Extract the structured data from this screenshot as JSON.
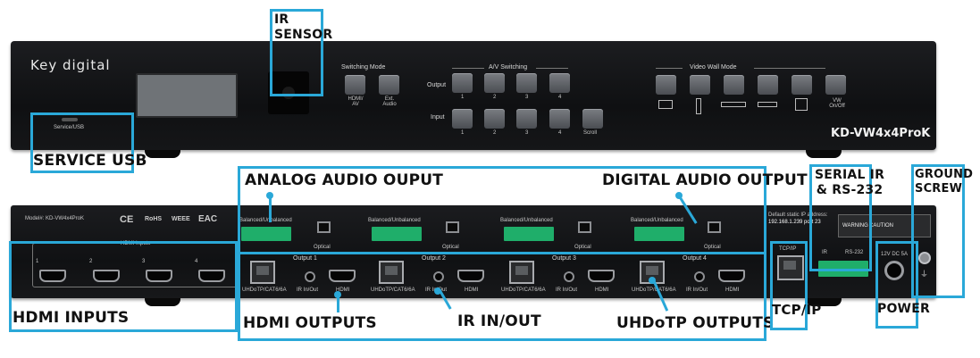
{
  "front": {
    "brand": "Key digital",
    "model": "KD-VW4x4ProK",
    "switching_mode_title": "Switching Mode",
    "switching_buttons": [
      "HDMI/\nAV",
      "Ext.\nAudio"
    ],
    "av_switching_title": "A/V Switching",
    "output_label": "Output",
    "input_label": "Input",
    "output_numbers": [
      "1",
      "2",
      "3",
      "4"
    ],
    "input_numbers": [
      "1",
      "2",
      "3",
      "4"
    ],
    "scroll_label": "Scroll",
    "video_wall_title": "Video Wall Mode",
    "vw_button_label": "VW\nOn/Off",
    "service_usb_port_label": "Service/USB"
  },
  "rear": {
    "model_label": "Model#: KD-VW4x4ProK",
    "hdmi_inputs_title": "HDMI Inputs",
    "hdmi_input_numbers": [
      "1",
      "2",
      "3",
      "4"
    ],
    "balanced_label": "Balanced/Unbalanced",
    "optical_label": "Optical",
    "output_labels": [
      "Output 1",
      "Output 2",
      "Output 3",
      "Output 4"
    ],
    "uhdotp_port_label": "UHDoTP/CAT6/6A",
    "ir_port_label": "IR In/Out",
    "hdmi_port_label": "HDMI",
    "tcpip_port_label": "TCP/IP",
    "default_ip_text": "Default static IP address:",
    "default_ip_value": "192.168.1.239 port 23",
    "ir_label": "IR",
    "rs232_label": "RS-232",
    "power_rating": "12V DC 5A",
    "caution_label": "CAUTION",
    "warning_label": "WARNING"
  },
  "callouts": {
    "ir_sensor": "IR\nSENSOR",
    "service_usb": "SERVICE USB",
    "analog_audio": "ANALOG AUDIO OUPUT",
    "digital_audio": "DIGITAL AUDIO OUTPUT",
    "serial_ir": "SERIAL IR\n& RS-232",
    "ground_screw": "GROUND\nSCREW",
    "hdmi_inputs": "HDMI INPUTS",
    "hdmi_outputs": "HDMI OUTPUTS",
    "ir_in_out": "IR IN/OUT",
    "uhdotp_outputs": "UHDoTP OUTPUTS",
    "tcp_ip": "TCP/IP",
    "power": "POWER"
  },
  "colors": {
    "callout_blue": "#2aa8d8",
    "chassis": "#111214",
    "terminal_green": "#1fae6a"
  }
}
